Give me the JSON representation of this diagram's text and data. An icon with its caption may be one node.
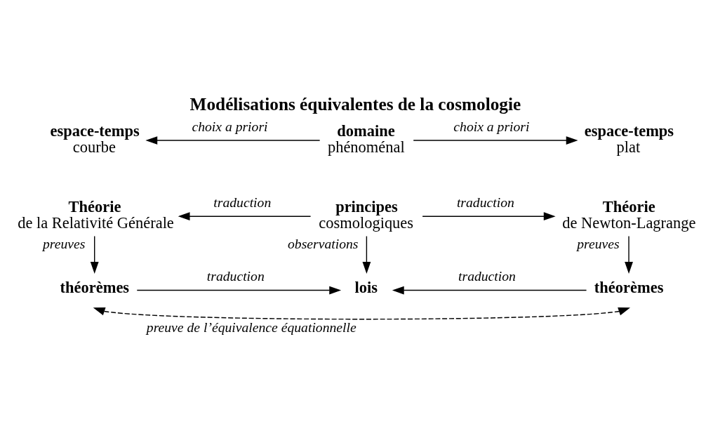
{
  "diagram": {
    "title": "Modélisations équivalentes de la cosmologie",
    "nodes": [
      {
        "text": [
          "espace-temps",
          "courbe"
        ]
      },
      {
        "text": [
          "domaine",
          "phénoménal"
        ]
      },
      {
        "text": [
          "espace-temps",
          "plat"
        ]
      },
      {
        "text": [
          "Théorie",
          "de la Relativité Générale"
        ]
      },
      {
        "text": [
          "principes",
          "cosmologiques"
        ]
      },
      {
        "text": [
          "Théorie",
          "de Newton-Lagrange"
        ]
      },
      {
        "text": [
          "théorèmes"
        ]
      },
      {
        "text": [
          "lois"
        ]
      },
      {
        "text": [
          "théorèmes"
        ]
      }
    ],
    "edges": [
      {
        "from": 1,
        "to": 0,
        "arrow": "to",
        "label": "choix a priori"
      },
      {
        "from": 1,
        "to": 2,
        "arrow": "to",
        "label": "choix a priori"
      },
      {
        "from": 4,
        "to": 3,
        "arrow": "to",
        "label": "traduction"
      },
      {
        "from": 4,
        "to": 5,
        "arrow": "to",
        "label": "traduction"
      },
      {
        "from": 3,
        "to": 6,
        "arrow": "to",
        "label": "preuves"
      },
      {
        "from": 4,
        "to": 7,
        "arrow": "to",
        "label": "observations"
      },
      {
        "from": 5,
        "to": 8,
        "arrow": "to",
        "label": "preuves"
      },
      {
        "from": 6,
        "to": 7,
        "arrow": "to",
        "label": "traduction"
      },
      {
        "from": 8,
        "to": 7,
        "arrow": "to",
        "label": "traduction"
      },
      {
        "from": 6,
        "to": 8,
        "arrow": "both",
        "label": "preuve de l’équivalence équationnelle",
        "style": "dashed"
      }
    ]
  }
}
